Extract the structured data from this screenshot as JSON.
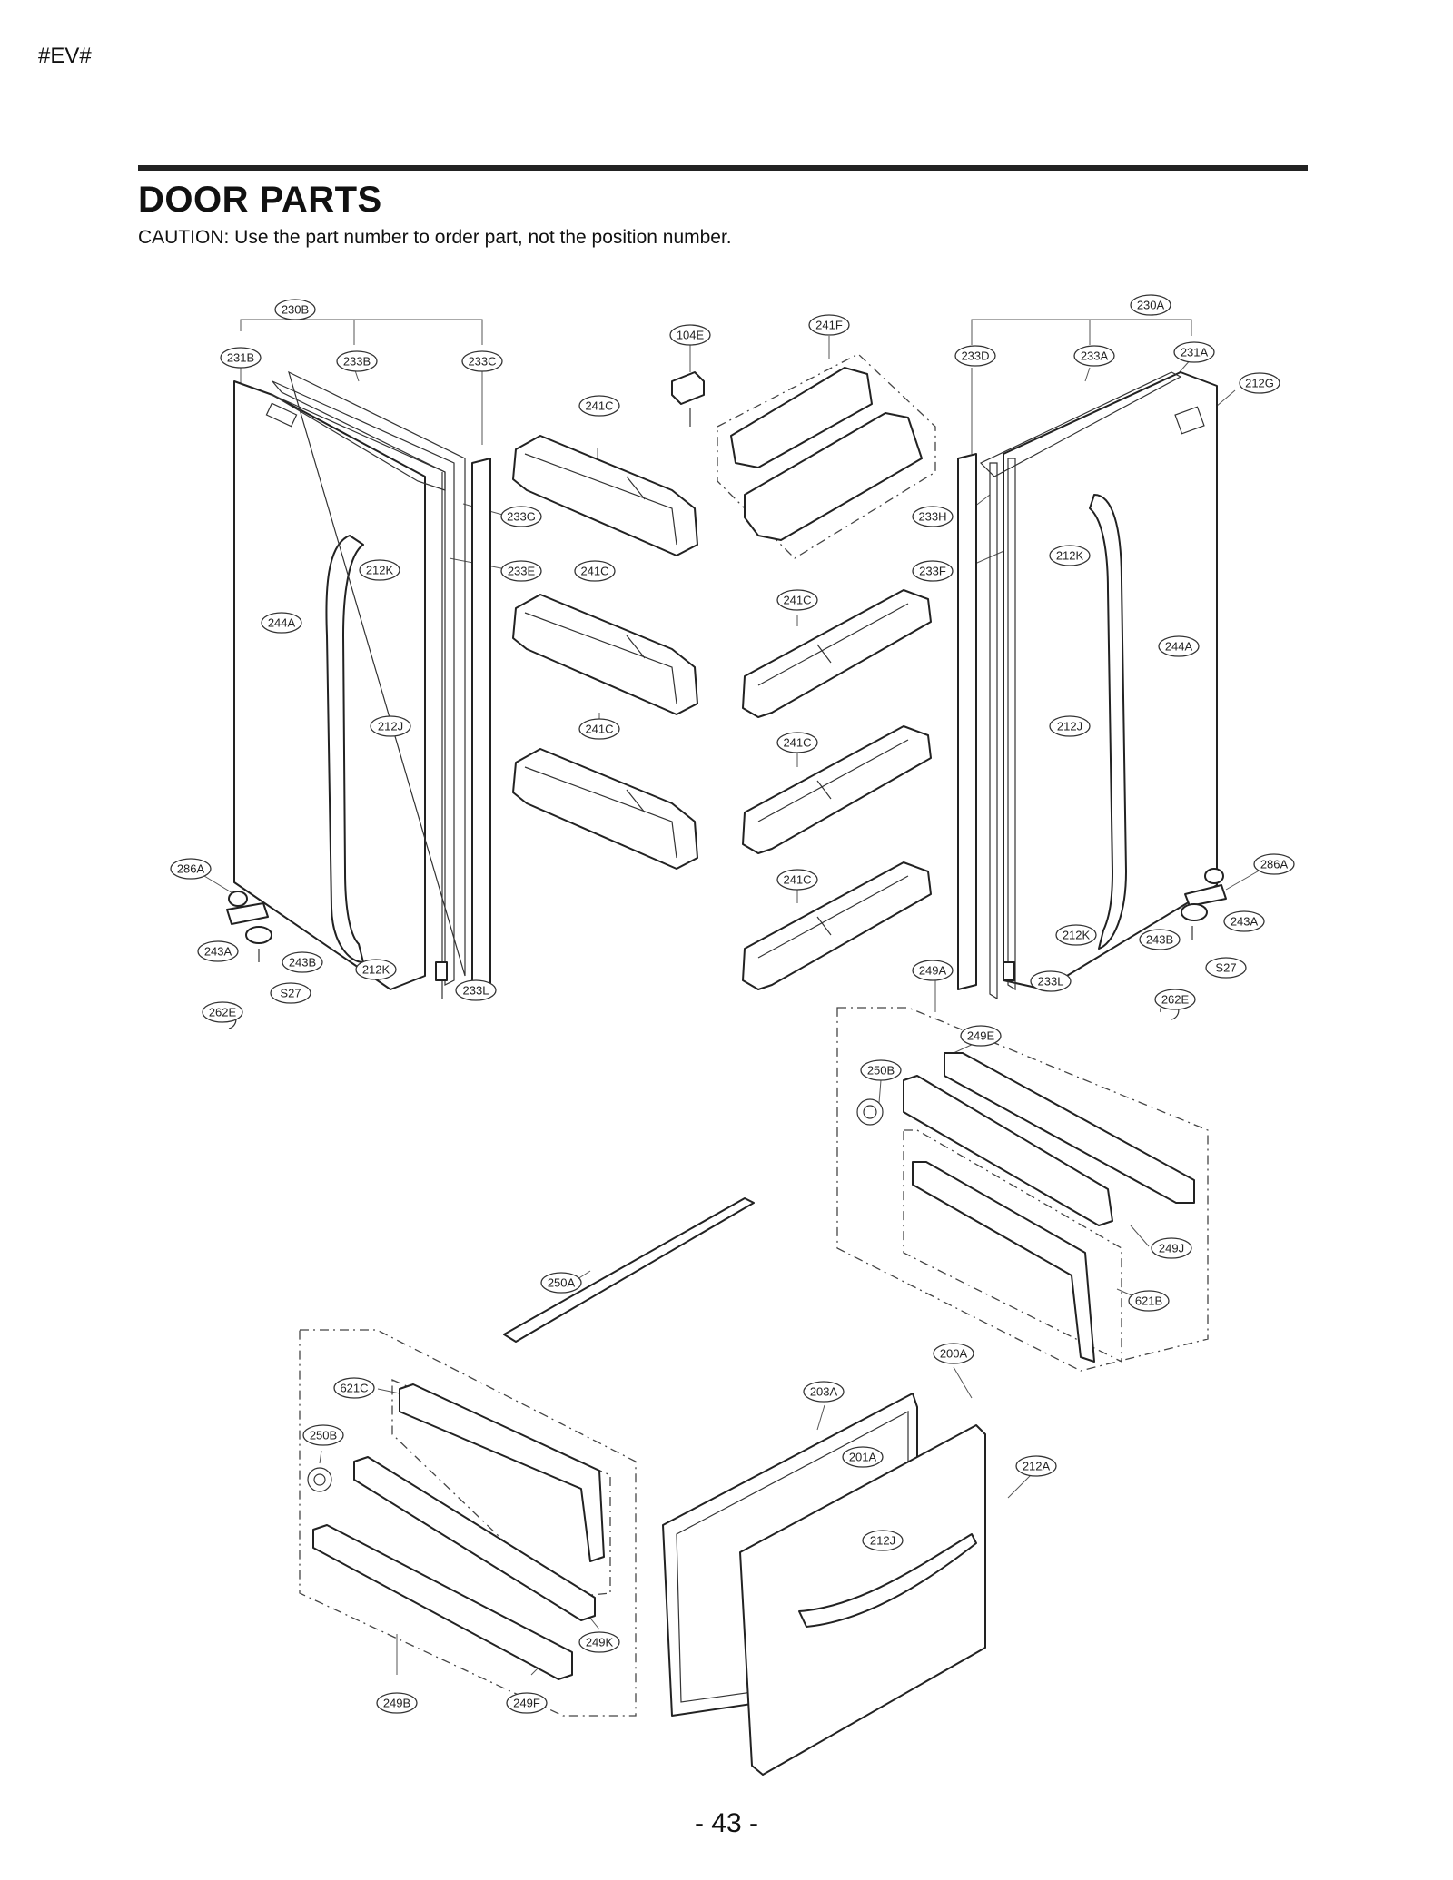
{
  "header": {
    "tag": "#EV#",
    "title": "DOOR PARTS",
    "caution": "CAUTION: Use the part number to order part, not the position number."
  },
  "footer": {
    "page_number": "- 43 -"
  },
  "callouts": [
    "230B",
    "231B",
    "233B",
    "233C",
    "104E",
    "241F",
    "230A",
    "233D",
    "233A",
    "231A",
    "212G",
    "241C",
    "233G",
    "212K",
    "233E",
    "241C",
    "233H",
    "212K",
    "233F",
    "244A",
    "241C",
    "244A",
    "212J",
    "241C",
    "212J",
    "241C",
    "286A",
    "286A",
    "243A",
    "243B",
    "212K",
    "S27",
    "233L",
    "241C",
    "249A",
    "212K",
    "243B",
    "243A",
    "S27",
    "233L",
    "262E",
    "262E",
    "249E",
    "250B",
    "249J",
    "621B",
    "250A",
    "200A",
    "621C",
    "203A",
    "250B",
    "201A",
    "212A",
    "212J",
    "249K",
    "249B",
    "249F"
  ]
}
